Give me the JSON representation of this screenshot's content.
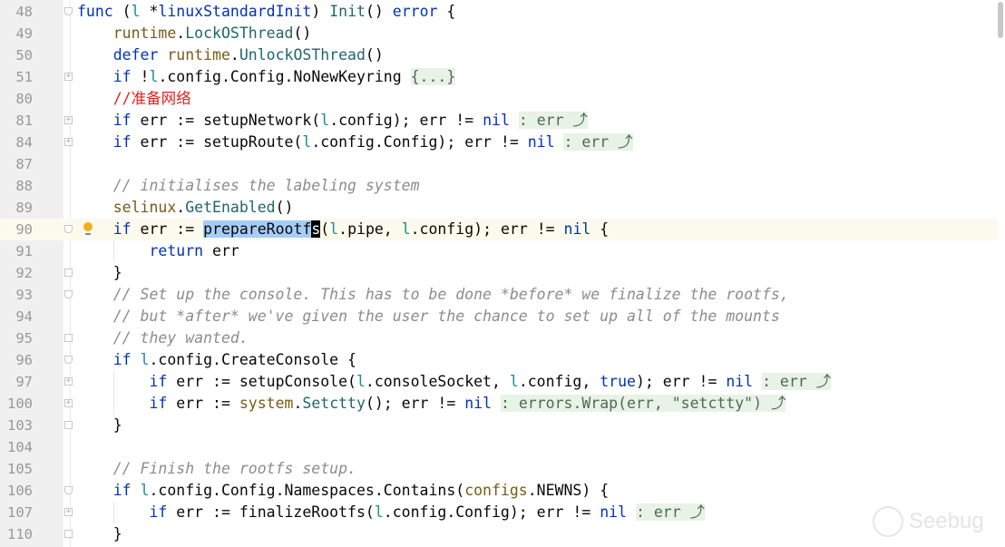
{
  "editor": {
    "current_line": "90",
    "lines": [
      {
        "n": "48",
        "fold": "open",
        "tokens": [
          [
            "func",
            "kw"
          ],
          " (",
          [
            "l",
            "rv"
          ],
          " *",
          [
            "linuxStandardInit",
            "kw"
          ],
          ") ",
          [
            "Init",
            "fn"
          ],
          "() ",
          [
            "error",
            "kw"
          ],
          " {"
        ]
      },
      {
        "n": "49",
        "tokens": [
          "    ",
          [
            "runtime",
            "pkg"
          ],
          ".",
          [
            "LockOSThread",
            "fn"
          ],
          "()"
        ]
      },
      {
        "n": "50",
        "tokens": [
          "    ",
          [
            "defer",
            "kw"
          ],
          " ",
          [
            "runtime",
            "pkg"
          ],
          ".",
          [
            "UnlockOSThread",
            "fn"
          ],
          "()"
        ]
      },
      {
        "n": "51",
        "fold": "plus",
        "tokens": [
          "    ",
          [
            "if",
            "kw"
          ],
          " !",
          [
            "l",
            "rv"
          ],
          ".config.Config.NoNewKeyring ",
          [
            "{...}",
            "hint"
          ]
        ]
      },
      {
        "n": "80",
        "tokens": [
          "    ",
          [
            "//准备网络",
            "red"
          ]
        ]
      },
      {
        "n": "81",
        "fold": "plus",
        "tokens": [
          "    ",
          [
            "if",
            "kw"
          ],
          " err := setupNetwork(",
          [
            "l",
            "rv"
          ],
          ".config); err != ",
          [
            "nil",
            "kw"
          ],
          " ",
          [
            ": err ⤴",
            "hint"
          ]
        ]
      },
      {
        "n": "84",
        "fold": "plus",
        "tokens": [
          "    ",
          [
            "if",
            "kw"
          ],
          " err := setupRoute(",
          [
            "l",
            "rv"
          ],
          ".config.Config); err != ",
          [
            "nil",
            "kw"
          ],
          " ",
          [
            ": err ⤴",
            "hint"
          ]
        ]
      },
      {
        "n": "87",
        "tokens": []
      },
      {
        "n": "88",
        "tokens": [
          "    ",
          [
            "// initialises the labeling system",
            "cm"
          ]
        ]
      },
      {
        "n": "89",
        "tokens": [
          "    ",
          [
            "selinux",
            "pkg"
          ],
          ".",
          [
            "GetEnabled",
            "fn"
          ],
          "()"
        ]
      },
      {
        "n": "90",
        "fold": "open",
        "bulb": true,
        "tokens": [
          "    ",
          [
            "if",
            "kw"
          ],
          " err := ",
          [
            "prepareRootf",
            "sel"
          ],
          [
            "s",
            "caret"
          ],
          "(",
          [
            "l",
            "rv"
          ],
          ".pipe, ",
          [
            "l",
            "rv"
          ],
          ".config); err != ",
          [
            "nil",
            "kw"
          ],
          " {"
        ]
      },
      {
        "n": "91",
        "tokens": [
          "        ",
          [
            "return",
            "kw"
          ],
          " err"
        ]
      },
      {
        "n": "92",
        "fold": "close",
        "tokens": [
          "    }"
        ]
      },
      {
        "n": "93",
        "fold": "open",
        "tokens": [
          "    ",
          [
            "// Set up the console. This has to be done *before* we finalize the rootfs,",
            "cm"
          ]
        ]
      },
      {
        "n": "94",
        "tokens": [
          "    ",
          [
            "// but *after* we've given the user the chance to set up all of the mounts",
            "cm"
          ]
        ]
      },
      {
        "n": "95",
        "fold": "close",
        "tokens": [
          "    ",
          [
            "// they wanted.",
            "cm"
          ]
        ]
      },
      {
        "n": "96",
        "fold": "open",
        "tokens": [
          "    ",
          [
            "if",
            "kw"
          ],
          " ",
          [
            "l",
            "rv"
          ],
          ".config.CreateConsole {"
        ]
      },
      {
        "n": "97",
        "fold": "plus",
        "tokens": [
          "        ",
          [
            "if",
            "kw"
          ],
          " err := setupConsole(",
          [
            "l",
            "rv"
          ],
          ".consoleSocket, ",
          [
            "l",
            "rv"
          ],
          ".config, ",
          [
            "true",
            "kw"
          ],
          "); err != ",
          [
            "nil",
            "kw"
          ],
          " ",
          [
            ": err ⤴",
            "hint"
          ]
        ]
      },
      {
        "n": "100",
        "fold": "plus",
        "tokens": [
          "        ",
          [
            "if",
            "kw"
          ],
          " err := ",
          [
            "system",
            "pkg"
          ],
          ".",
          [
            "Setctty",
            "fn"
          ],
          "(); err != ",
          [
            "nil",
            "kw"
          ],
          " ",
          [
            ": errors.Wrap(err, \"setctty\") ⤴",
            "hint"
          ]
        ]
      },
      {
        "n": "103",
        "fold": "close",
        "tokens": [
          "    }"
        ]
      },
      {
        "n": "104",
        "tokens": []
      },
      {
        "n": "105",
        "tokens": [
          "    ",
          [
            "// Finish the rootfs setup.",
            "cm"
          ]
        ]
      },
      {
        "n": "106",
        "fold": "open",
        "tokens": [
          "    ",
          [
            "if",
            "kw"
          ],
          " ",
          [
            "l",
            "rv"
          ],
          ".config.Config.Namespaces.Contains(",
          [
            "configs",
            "pkg"
          ],
          ".NEWNS) {"
        ]
      },
      {
        "n": "107",
        "fold": "plus",
        "tokens": [
          "        ",
          [
            "if",
            "kw"
          ],
          " err := finalizeRootfs(",
          [
            "l",
            "rv"
          ],
          ".config.Config); err != ",
          [
            "nil",
            "kw"
          ],
          " ",
          [
            ": err ⤴",
            "hint"
          ]
        ]
      },
      {
        "n": "110",
        "fold": "close",
        "tokens": [
          "    }"
        ]
      }
    ]
  },
  "watermark": {
    "text": "Seebug"
  }
}
